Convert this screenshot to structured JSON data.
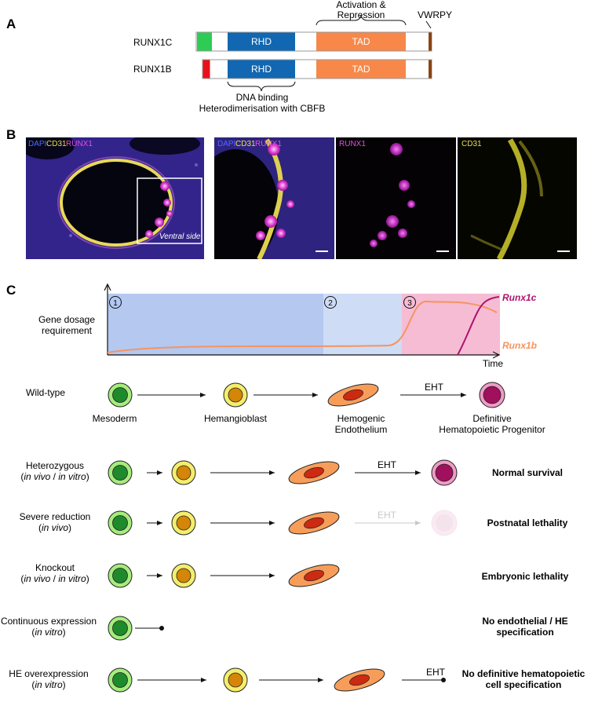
{
  "panels": {
    "a": "A",
    "b": "B",
    "c": "C"
  },
  "panel_a": {
    "activation_label_1": "Activation &",
    "activation_label_2": "Repression",
    "vwrpy_label": "VWRPY",
    "proteins": [
      {
        "name": "RUNX1C",
        "rhd": "RHD",
        "tad": "TAD",
        "nterm_color": "#2ecc55"
      },
      {
        "name": "RUNX1B",
        "rhd": "RHD",
        "tad": "TAD",
        "nterm_color": "#e8101a"
      }
    ],
    "dna_label_1": "DNA binding",
    "dna_label_2": "Heterodimerisation with CBFB",
    "colors": {
      "rhd": "#1167b1",
      "tad": "#f7884a",
      "vwrpy": "#8b4513"
    }
  },
  "panel_b": {
    "overview_labels": {
      "dapi": "DAPI",
      "cd31": "CD31",
      "runx1": "RUNX1"
    },
    "ventral_label": "Ventral side",
    "merge_labels": {
      "dapi": "DAPI",
      "cd31": "CD31",
      "runx1": "RUNX1"
    },
    "runx1_label": "RUNX1",
    "cd31_label": "CD31"
  },
  "panel_c": {
    "ylabel_1": "Gene dosage",
    "ylabel_2": "requirement",
    "xlabel": "Time",
    "phases": [
      "1",
      "2",
      "3"
    ],
    "curve_labels": {
      "runx1c": "Runx1c",
      "runx1b": "Runx1b"
    },
    "colors": {
      "runx1c": "#b0126e",
      "runx1b": "#f5945f",
      "phase1": "#b4c8f0",
      "phase2": "#cfdcf6",
      "phase3": "#f6bcd4"
    },
    "wild_type": {
      "label": "Wild-type",
      "stages": [
        "Mesoderm",
        "Hemangioblast",
        "Hemogenic",
        "Endothelium",
        "Definitive",
        "Hematopoietic Progenitor"
      ],
      "eht": "EHT"
    },
    "rows": [
      {
        "label": "Heterozygous",
        "sub_pre": "(",
        "sub_it1": "in vivo",
        "sub_mid": " / ",
        "sub_it2": "in vitro",
        "sub_post": ")",
        "eht": "EHT",
        "outcome_1": "Normal survival",
        "outcome_2": ""
      },
      {
        "label": "Severe reduction",
        "sub_pre": "(",
        "sub_it1": "in vivo",
        "sub_mid": "",
        "sub_it2": "",
        "sub_post": ")",
        "eht": "EHT",
        "outcome_1": "Postnatal lethality",
        "outcome_2": ""
      },
      {
        "label": "Knockout",
        "sub_pre": "(",
        "sub_it1": "in vivo",
        "sub_mid": " / ",
        "sub_it2": "in vitro",
        "sub_post": ")",
        "eht": "",
        "outcome_1": "Embryonic lethality",
        "outcome_2": ""
      },
      {
        "label": "Continuous expression",
        "sub_pre": "(",
        "sub_it1": "in vitro",
        "sub_mid": "",
        "sub_it2": "",
        "sub_post": ")",
        "eht": "",
        "outcome_1": "No endothelial / HE",
        "outcome_2": "specification"
      },
      {
        "label": "HE overexpression",
        "sub_pre": "(",
        "sub_it1": "in vitro",
        "sub_mid": "",
        "sub_it2": "",
        "sub_post": ")",
        "eht": "EHT",
        "outcome_1": "No definitive hematopoietic",
        "outcome_2": "cell specification"
      }
    ]
  }
}
